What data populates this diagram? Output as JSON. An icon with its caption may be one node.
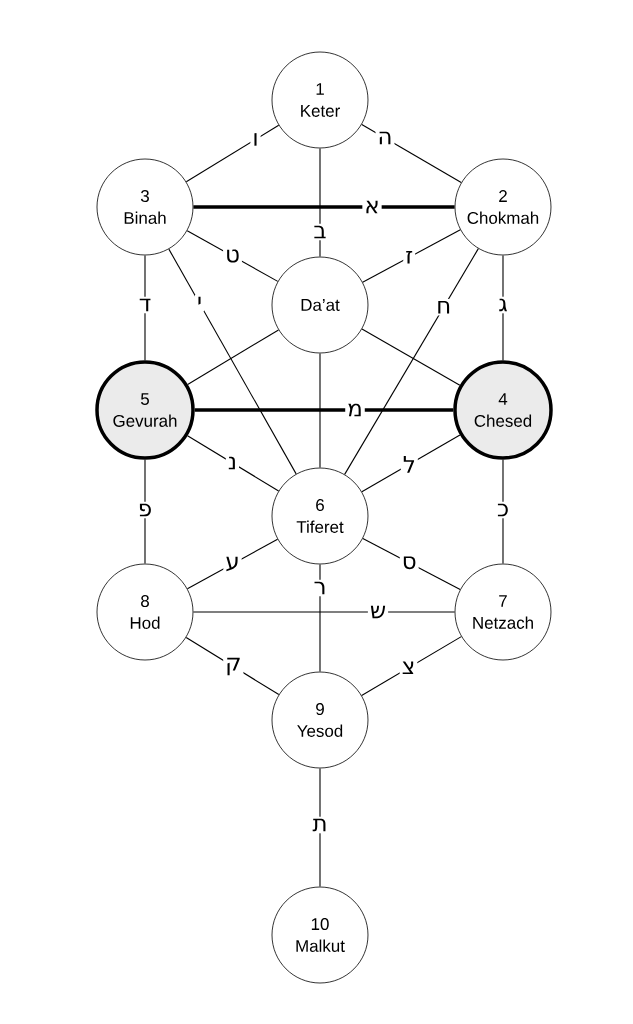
{
  "diagram": {
    "nodes": [
      {
        "text": [
          "1",
          "Keter"
        ]
      },
      {
        "text": [
          "3",
          "Binah"
        ]
      },
      {
        "text": [
          "2",
          "Chokmah"
        ]
      },
      {
        "text": [
          "Da’at"
        ]
      },
      {
        "text": [
          "5",
          "Gevurah"
        ]
      },
      {
        "text": [
          "4",
          "Chesed"
        ]
      },
      {
        "text": [
          "6",
          "Tiferet"
        ]
      },
      {
        "text": [
          "8",
          "Hod"
        ]
      },
      {
        "text": [
          "7",
          "Netzach"
        ]
      },
      {
        "text": [
          "9",
          "Yesod"
        ]
      },
      {
        "text": [
          "10",
          "Malkut"
        ]
      }
    ],
    "edges": [
      {
        "from": 0,
        "to": 1,
        "arrow": "none",
        "label": "ו"
      },
      {
        "from": 0,
        "to": 2,
        "arrow": "none",
        "label": "ה"
      },
      {
        "from": 0,
        "to": 3,
        "arrow": "none",
        "label": "ב"
      },
      {
        "from": 1,
        "to": 2,
        "arrow": "none",
        "label": "א",
        "style": "thick"
      },
      {
        "from": 1,
        "to": 3,
        "arrow": "none",
        "label": "ט"
      },
      {
        "from": 2,
        "to": 3,
        "arrow": "none",
        "label": "ז"
      },
      {
        "from": 1,
        "to": 4,
        "arrow": "none",
        "label": "ד"
      },
      {
        "from": 1,
        "to": 6,
        "arrow": "none",
        "label": "י"
      },
      {
        "from": 2,
        "to": 6,
        "arrow": "none",
        "label": "ח"
      },
      {
        "from": 2,
        "to": 5,
        "arrow": "none",
        "label": "ג"
      },
      {
        "from": 3,
        "to": 4,
        "arrow": "none"
      },
      {
        "from": 3,
        "to": 5,
        "arrow": "none"
      },
      {
        "from": 3,
        "to": 6,
        "arrow": "none"
      },
      {
        "from": 4,
        "to": 5,
        "arrow": "none",
        "label": "מ",
        "style": "thick"
      },
      {
        "from": 4,
        "to": 6,
        "arrow": "none",
        "label": "נ"
      },
      {
        "from": 5,
        "to": 6,
        "arrow": "none",
        "label": "ל"
      },
      {
        "from": 4,
        "to": 7,
        "arrow": "none",
        "label": "פ"
      },
      {
        "from": 5,
        "to": 8,
        "arrow": "none",
        "label": "כ"
      },
      {
        "from": 6,
        "to": 7,
        "arrow": "none",
        "label": "ע"
      },
      {
        "from": 6,
        "to": 8,
        "arrow": "none",
        "label": "ס"
      },
      {
        "from": 6,
        "to": 9,
        "arrow": "none",
        "label": "ר"
      },
      {
        "from": 7,
        "to": 8,
        "arrow": "none",
        "label": "ש"
      },
      {
        "from": 7,
        "to": 9,
        "arrow": "none",
        "label": "ק"
      },
      {
        "from": 8,
        "to": 9,
        "arrow": "none",
        "label": "צ"
      },
      {
        "from": 9,
        "to": 10,
        "arrow": "none",
        "label": "ת"
      }
    ]
  }
}
